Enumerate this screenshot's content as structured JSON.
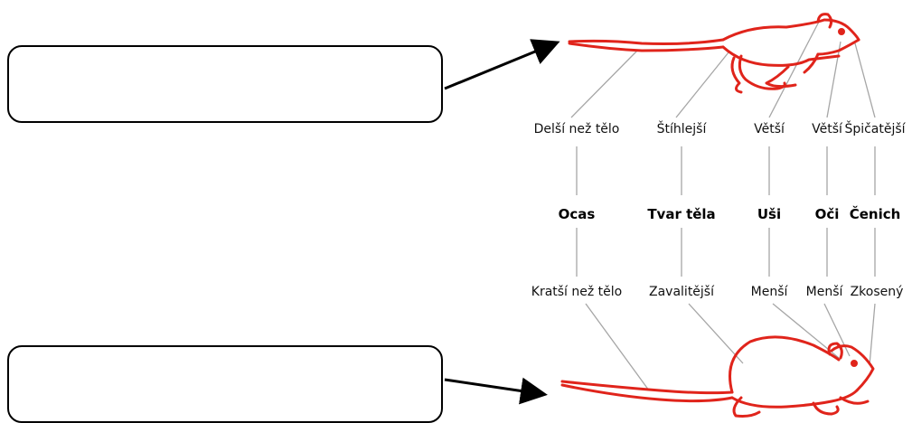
{
  "answer_boxes": [
    {
      "id": "top",
      "text": ""
    },
    {
      "id": "bottom",
      "text": ""
    }
  ],
  "features": [
    {
      "name": "Ocas",
      "top_value": "Delší než tělo",
      "bottom_value": "Kratší než tělo"
    },
    {
      "name": "Tvar těla",
      "top_value": "Štíhlejší",
      "bottom_value": "Zavalitější"
    },
    {
      "name": "Uši",
      "top_value": "Větší",
      "bottom_value": "Menší"
    },
    {
      "name": "Oči",
      "top_value": "Větší",
      "bottom_value": "Menší"
    },
    {
      "name": "Čenich",
      "top_value": "Špičatější",
      "bottom_value": "Zkosený"
    }
  ],
  "colors": {
    "animal_outline": "#e0241b",
    "connector_line": "#a6a6a6",
    "arrow": "#000000"
  },
  "icons": {
    "top_animal": "slender-rat-outline",
    "bottom_animal": "stocky-mouse-outline"
  }
}
